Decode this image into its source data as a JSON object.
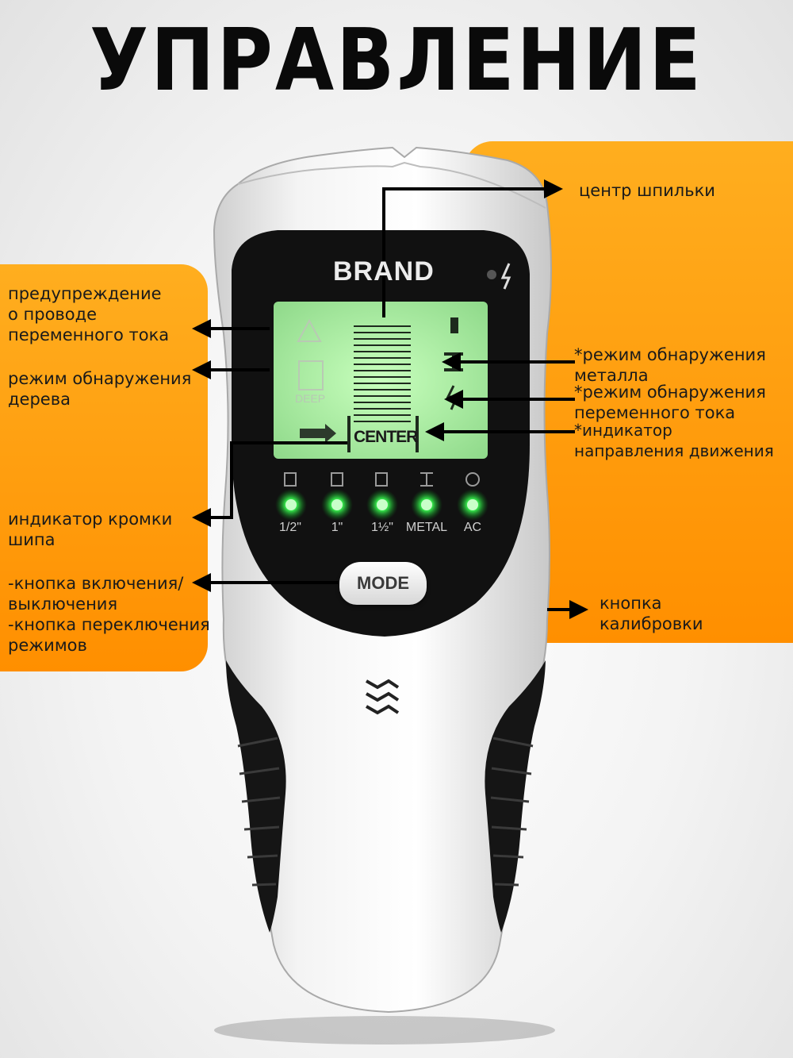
{
  "title": "УПРАВЛЕНИЕ",
  "device": {
    "brand": "BRAND",
    "screen_center": "CENTER",
    "screen_deep": "DEEP",
    "mode_button": "MODE",
    "leds": [
      {
        "label": "1/2\"",
        "icon": "wood-block-icon"
      },
      {
        "label": "1\"",
        "icon": "wood-block-icon"
      },
      {
        "label": "1½\"",
        "icon": "wood-block-icon"
      },
      {
        "label": "METAL",
        "icon": "i-beam-icon"
      },
      {
        "label": "AC",
        "icon": "ac-wave-icon"
      }
    ],
    "led_color": "#2ee64a",
    "screen_color": "#a8f0a0"
  },
  "colors": {
    "panel_orange": "#ff9a0a",
    "device_black": "#111111"
  },
  "labels_left": {
    "ac_warning": "предупреждение\nо проводе\nпеременного тока",
    "wood_mode": "режим обнаружения\nдерева",
    "edge_indicator": "индикатор кромки\nшипа",
    "buttons": "-кнопка включения/\nвыключения\n-кнопка переключения\nрежимов"
  },
  "labels_right": {
    "stud_center": "центр шпильки",
    "metal_mode": "*режим обнаружения\nметалла",
    "ac_mode": "*режим обнаружения\nпеременного тока",
    "direction": "*индикатор\nнаправления движения",
    "calibration": "кнопка\nкалибровки"
  }
}
